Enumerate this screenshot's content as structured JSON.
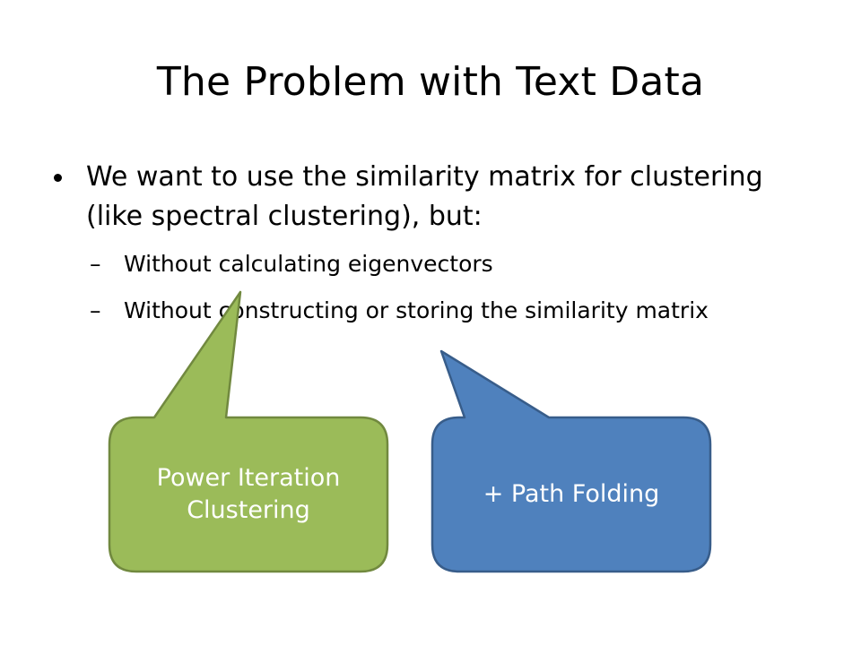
{
  "slide": {
    "title": "The Problem with Text Data",
    "bullet1": "We want to use the similarity matrix for clustering (like spectral clustering), but:",
    "sub_bullets": [
      "Without calculating eigenvectors",
      "Without constructing or storing the similarity matrix"
    ],
    "dash_glyph": "–"
  },
  "callouts": {
    "green": {
      "line1": "Power Iteration",
      "line2": "Clustering",
      "fill": "#9bbb59",
      "stroke": "#71893f"
    },
    "blue": {
      "label": "+ Path Folding",
      "fill": "#4f81bd",
      "stroke": "#385d8a"
    }
  }
}
